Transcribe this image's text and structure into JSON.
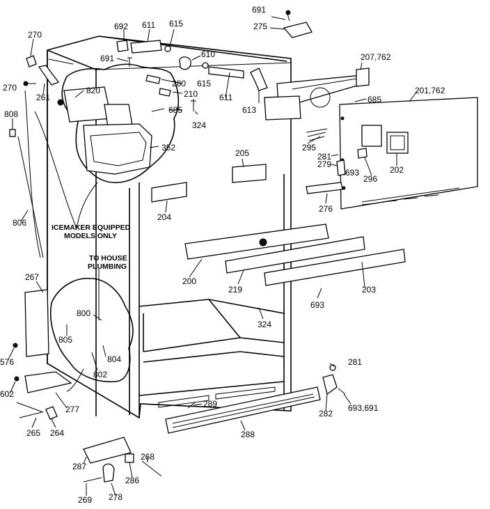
{
  "labels": {
    "l691a": "691",
    "l275": "275",
    "l692": "692",
    "l611a": "611",
    "l615a": "615",
    "l270a": "270",
    "l691b": "691",
    "l610": "610",
    "l207": "207,762",
    "l270b": "270",
    "l261": "261",
    "l820": "820",
    "l280": "280",
    "l615b": "615",
    "l210": "210",
    "l611b": "611",
    "l613": "613",
    "l685a": "685",
    "l201": "201,762",
    "l808": "808",
    "l685b": "685",
    "l324a": "324",
    "l295": "295",
    "l352": "352",
    "l205": "205",
    "l281a": "281",
    "l279": "279",
    "l693a": "693",
    "l296": "296",
    "l202": "202",
    "l204": "204",
    "l276": "276",
    "l806": "806",
    "l200": "200",
    "l219": "219",
    "l203": "203",
    "l267": "267",
    "l693b": "693",
    "l324b": "324",
    "l800": "800",
    "l805": "805",
    "l804": "804",
    "l802": "802",
    "l576": "576",
    "l281b": "281",
    "l602": "602",
    "l277": "277",
    "l282": "282",
    "l693c": "693,691",
    "l289": "289",
    "l265": "265",
    "l264": "264",
    "l288": "288",
    "l287": "287",
    "l268": "268",
    "l286": "286",
    "l269": "269",
    "l278": "278"
  },
  "notes": {
    "icemaker_line1": "ICEMAKER EQUIPPED",
    "icemaker_line2": "MODELS ONLY",
    "plumbing_line1": "TO HOUSE",
    "plumbing_line2": "PLUMBING"
  }
}
